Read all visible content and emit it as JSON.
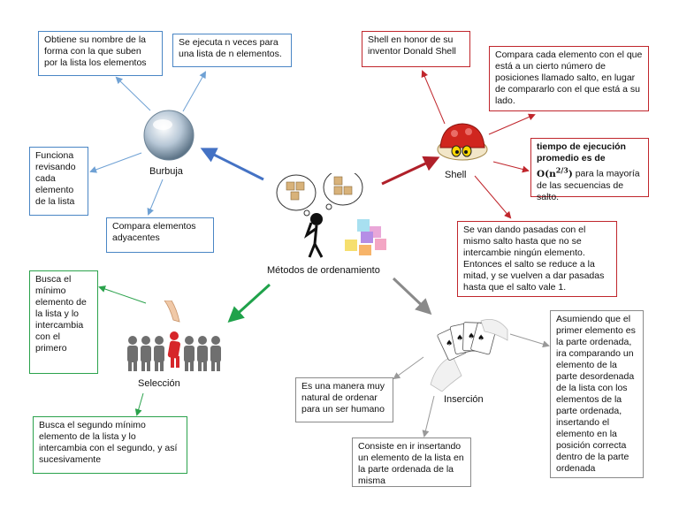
{
  "central": {
    "label": "Métodos de ordenamiento"
  },
  "burbuja": {
    "label": "Burbuja",
    "nodes": [
      "Obtiene su nombre de la forma con la que suben por la lista los elementos",
      "Se ejecuta n veces para una lista de n elementos.",
      "Funciona revisando cada elemento de la lista",
      "Compara elementos adyacentes"
    ]
  },
  "shell": {
    "label": "Shell",
    "nodes": [
      "Shell en honor de su inventor Donald Shell",
      "Compara cada elemento con el que está a un cierto número de posiciones llamado salto, en lugar de compararlo con el que está a su lado.",
      "Se van dando pasadas con el mismo salto hasta que no se intercambie ningún elemento. Entonces el salto se reduce a la mitad, y se vuelven a dar pasadas hasta que el salto vale 1."
    ],
    "tiempo_title": "tiempo de ejecución promedio es de",
    "tiempo_formula_o": "O(n",
    "tiempo_formula_exp": "2/3",
    "tiempo_formula_close": ")",
    "tiempo_rest": " para la mayoría de las secuencias de salto."
  },
  "seleccion": {
    "label": "Selección",
    "nodes": [
      "Busca el mínimo elemento de la lista y lo intercambia con el primero",
      "Busca el segundo mínimo elemento de la lista y lo intercambia con el segundo, y así sucesivamente"
    ]
  },
  "insercion": {
    "label": "Inserción",
    "nodes": [
      "Es una manera muy natural de ordenar para un ser humano",
      "Consiste en ir insertando un elemento de la lista en la parte ordenada de la misma",
      "Asumiendo que el primer elemento es la parte ordenada, ira comparando un elemento de la parte desordenada de la lista con los elementos de la parte ordenada, insertando el elemento en la posición correcta dentro de la parte ordenada"
    ]
  },
  "colors": {
    "burbuja": "#4a86c5",
    "shell": "#c0262c",
    "seleccion": "#2ba24c",
    "insercion": "#8a8a8a"
  }
}
